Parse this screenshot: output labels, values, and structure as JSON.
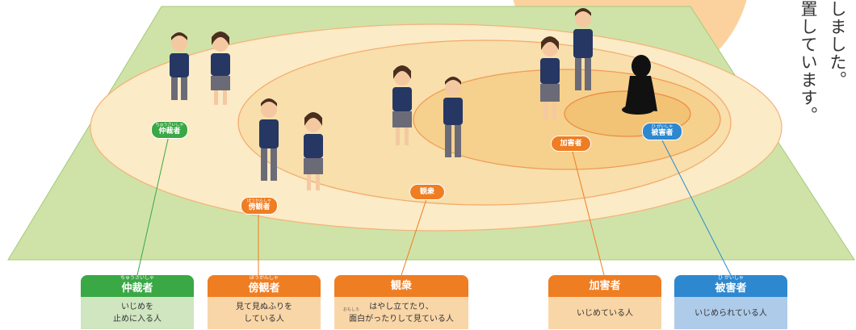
{
  "vertical_text": [
    "しました。",
    "置しています。"
  ],
  "ruby": {
    "mediator": "ちゅうさいしゃ",
    "bystander": "ぼうかんしゃ",
    "victim": "ひ がいしゃ",
    "omoshiro": "おもしろ"
  },
  "roles": {
    "mediator": {
      "label": "仲裁者",
      "desc": [
        "いじめを",
        "止めに入る人"
      ],
      "color": "#3aa845",
      "light": "#cfe6c1"
    },
    "bystander": {
      "label": "傍観者",
      "desc": [
        "見て見ぬふりを",
        "している人"
      ],
      "color": "#ef7d22",
      "light": "#f9d6a8"
    },
    "audience": {
      "label": "観衆",
      "desc": [
        "はやし立てたり、",
        "面白がったりして見ている人"
      ],
      "color": "#ef7d22",
      "light": "#f9d6a8"
    },
    "bully": {
      "label": "加害者",
      "desc": [
        "いじめている人"
      ],
      "color": "#ef7d22",
      "light": "#f9d6a8"
    },
    "victim": {
      "label": "被害者",
      "desc": [
        "いじめられている人"
      ],
      "color": "#2e88cf",
      "light": "#aecbe9"
    }
  },
  "colors": {
    "field": "#cfe3a8",
    "ring1": "#fbebc6",
    "ring2": "#f8dfac",
    "ring3": "#f6d08d",
    "ring4": "#f2c275",
    "accent_circle": "#fbd29d"
  }
}
